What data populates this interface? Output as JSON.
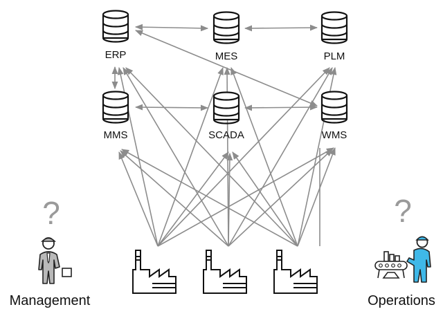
{
  "systems": [
    {
      "id": "erp",
      "label": "ERP",
      "icon": "database-icon"
    },
    {
      "id": "mes",
      "label": "MES",
      "icon": "database-icon"
    },
    {
      "id": "plm",
      "label": "PLM",
      "icon": "database-icon"
    },
    {
      "id": "mms",
      "label": "MMS",
      "icon": "database-icon"
    },
    {
      "id": "scada",
      "label": "SCADA",
      "icon": "database-icon"
    },
    {
      "id": "wms",
      "label": "WMS",
      "icon": "database-icon"
    }
  ],
  "factories": [
    {
      "id": "factory-1",
      "icon": "factory-icon"
    },
    {
      "id": "factory-2",
      "icon": "factory-icon"
    },
    {
      "id": "factory-3",
      "icon": "factory-icon"
    }
  ],
  "roles": {
    "management": {
      "label": "Management",
      "question": "?",
      "icon": "manager-person-icon"
    },
    "operations": {
      "label": "Operations",
      "question": "?",
      "icon": "operator-person-icon",
      "accent": "#3fb8e8"
    }
  },
  "colors": {
    "connector": "#8c8c8c",
    "question": "#9a9a9a",
    "manager_body": "#b9b9b9",
    "operator_body": "#3fb8e8"
  }
}
